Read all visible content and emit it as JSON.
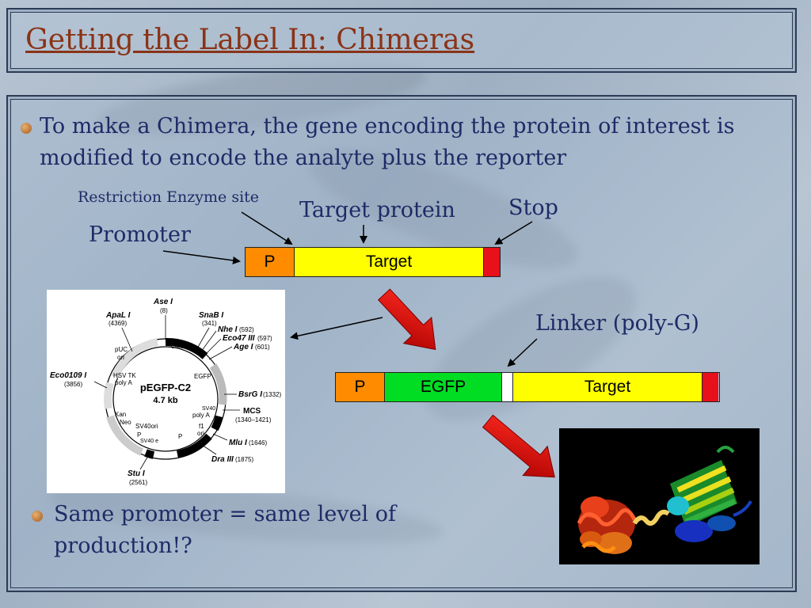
{
  "slide": {
    "title": "Getting the Label In: Chimeras",
    "bullet1": "To make a Chimera, the gene encoding the protein of interest is modified to encode the analyte plus the reporter",
    "bullet2": "Same promoter = same level of production!?"
  },
  "labels": {
    "restriction": "Restriction Enzyme site",
    "target_protein": "Target protein",
    "stop": "Stop",
    "promoter": "Promoter",
    "linker": "Linker (poly-G)"
  },
  "gene1": {
    "p": "P",
    "target": "Target"
  },
  "gene2": {
    "p": "P",
    "egfp": "EGFP",
    "target": "Target"
  },
  "colors": {
    "promoter": "#ff8c00",
    "target": "#ffff00",
    "stop": "#e8101a",
    "egfp": "#00dd22",
    "linker": "#ffffff",
    "title": "#8a3316",
    "text": "#1d2b66"
  },
  "plasmid": {
    "name": "pEGFP-C2",
    "size": "4.7 kb",
    "sites": [
      {
        "name": "Ase I",
        "num": "(8)"
      },
      {
        "name": "ApaL I",
        "num": "(4369)"
      },
      {
        "name": "SnaB I",
        "num": "(341)"
      },
      {
        "name": "Nhe I",
        "num": "(592)"
      },
      {
        "name": "Eco47 III",
        "num": "(597)"
      },
      {
        "name": "Age I",
        "num": "(601)"
      },
      {
        "name": "BsrG I",
        "num": "(1332)"
      },
      {
        "name": "MCS",
        "num": "(1340–1421)"
      },
      {
        "name": "Mlu I",
        "num": "(1646)"
      },
      {
        "name": "Dra III",
        "num": "(1875)"
      },
      {
        "name": "Stu I",
        "num": "(2561)"
      },
      {
        "name": "Eco0109 I",
        "num": "(3856)"
      }
    ],
    "features": {
      "puc": "pUC",
      "ori": "ori",
      "pcmv": "P",
      "pcmv_sub": "CMV IE",
      "egfp": "EGFP",
      "hsv": "HSV TK",
      "polya": "poly A",
      "kan": "Kan",
      "neo": "Neo",
      "sv40": "SV40",
      "sv40polya": "poly A",
      "f1": "f1",
      "f1ori": "ori",
      "sv40ori": "SV40ori",
      "p_sv40": "P",
      "p_sv40_sub": "SV40 e",
      "p_small": "P"
    }
  }
}
